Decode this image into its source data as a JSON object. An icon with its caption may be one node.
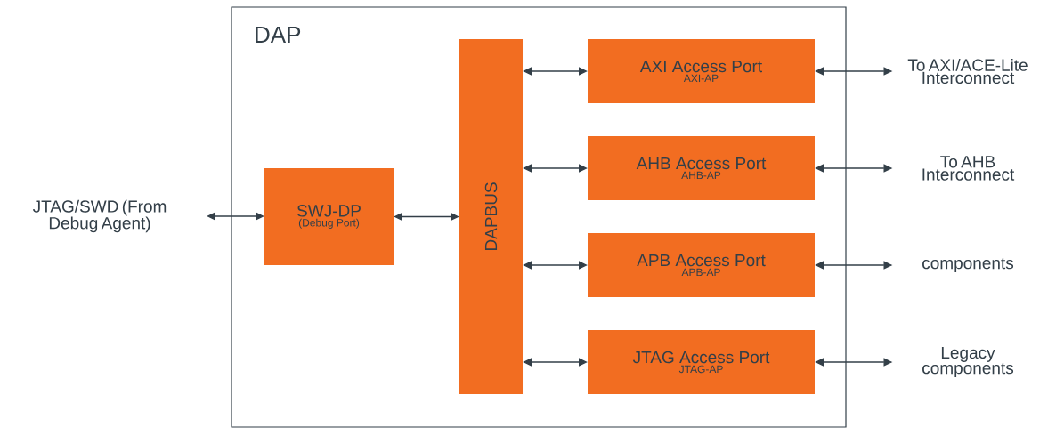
{
  "diagram": {
    "nodes": [
      {
        "text": [
          "DAP"
        ]
      },
      {
        "text": [
          "JTAG/SWD (From Debug Agent)"
        ]
      },
      {
        "text": [
          "SWJ-DP",
          "(Debug Port)"
        ],
        "in": 0
      },
      {
        "text": [
          "DAPBUS"
        ],
        "in": 0
      },
      {
        "text": [
          "AXI Access Port",
          "AXI-AP"
        ],
        "in": 0
      },
      {
        "text": [
          "AHB Access Port",
          "AHB-AP"
        ],
        "in": 0
      },
      {
        "text": [
          "APB Access Port",
          "APB-AP"
        ],
        "in": 0
      },
      {
        "text": [
          "JTAG Access Port",
          "JTAG-AP"
        ],
        "in": 0
      },
      {
        "text": [
          "To AXI/ACE-Lite Interconnect"
        ]
      },
      {
        "text": [
          "To AHB Interconnect"
        ]
      },
      {
        "text": [
          "components"
        ]
      },
      {
        "text": [
          "Legacy components"
        ]
      }
    ],
    "edges": [
      {
        "from": 1,
        "to": 2,
        "arrow": "both"
      },
      {
        "from": 2,
        "to": 3,
        "arrow": "both"
      },
      {
        "from": 3,
        "to": 4,
        "arrow": "both"
      },
      {
        "from": 3,
        "to": 5,
        "arrow": "both"
      },
      {
        "from": 3,
        "to": 6,
        "arrow": "both"
      },
      {
        "from": 3,
        "to": 7,
        "arrow": "both"
      },
      {
        "from": 4,
        "to": 8,
        "arrow": "both"
      },
      {
        "from": 5,
        "to": 9,
        "arrow": "both"
      },
      {
        "from": 6,
        "to": 10,
        "arrow": "both"
      },
      {
        "from": 7,
        "to": 11,
        "arrow": "both"
      }
    ]
  }
}
